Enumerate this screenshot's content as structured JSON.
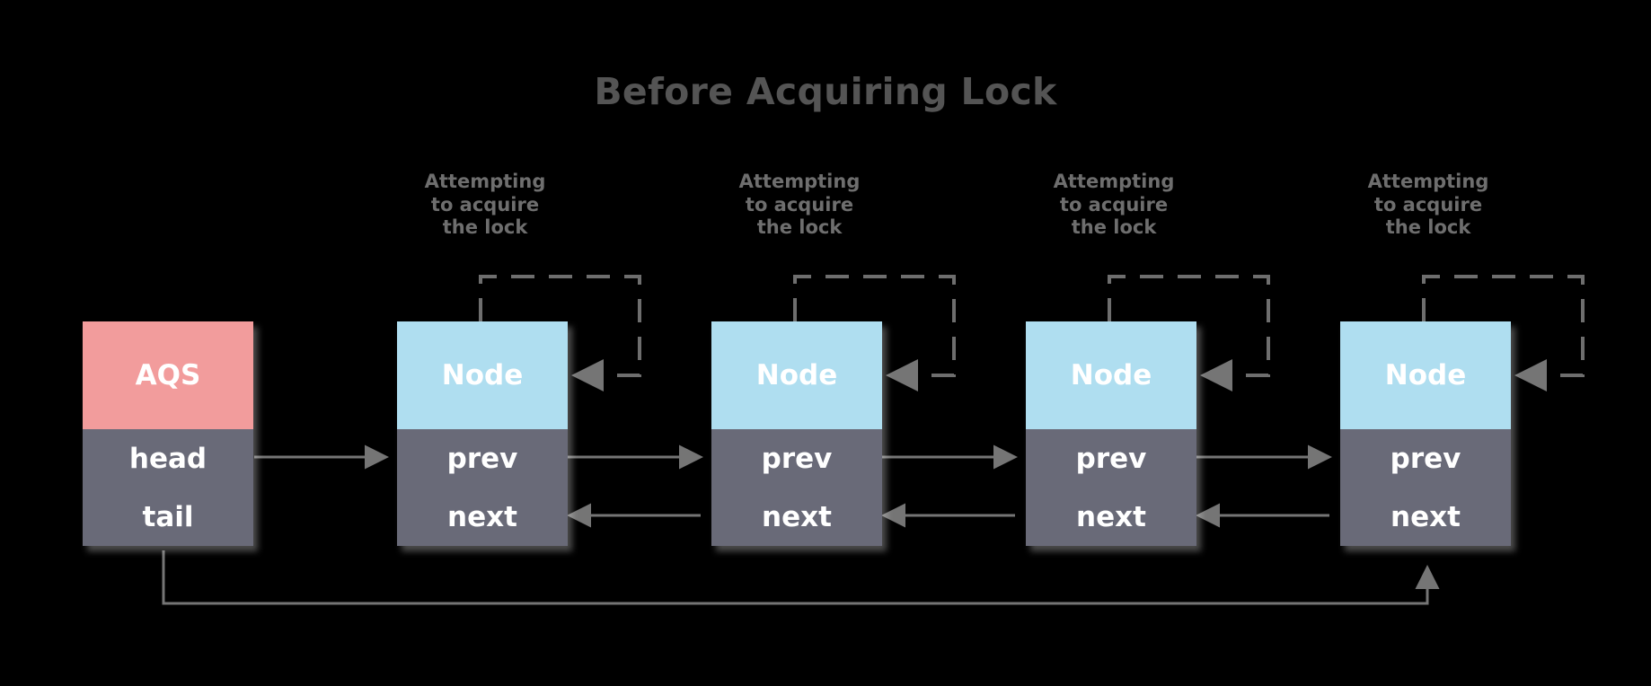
{
  "title": "Before Acquiring Lock",
  "colors": {
    "background": "#000000",
    "aqs_header": "#F29C9C",
    "node_header": "#AFDEF0",
    "field_row": "#696A78",
    "title_text": "#545454",
    "label_text": "#6E6E6E",
    "arrow": "#757575",
    "dashed_loop": "#6E6E6E",
    "box_text": "#FFFFFF"
  },
  "aqs": {
    "header_label": "AQS",
    "fields": [
      {
        "name": "head",
        "label": "head"
      },
      {
        "name": "tail",
        "label": "tail"
      }
    ]
  },
  "nodes": [
    {
      "header_label": "Node",
      "fields": [
        {
          "name": "prev",
          "label": "prev"
        },
        {
          "name": "next",
          "label": "next"
        }
      ],
      "loop_label": "Attempting\nto acquire\nthe lock",
      "loop_label_lines": [
        "Attempting",
        "to acquire",
        "the lock"
      ]
    },
    {
      "header_label": "Node",
      "fields": [
        {
          "name": "prev",
          "label": "prev"
        },
        {
          "name": "next",
          "label": "next"
        }
      ],
      "loop_label": "Attempting\nto acquire\nthe lock",
      "loop_label_lines": [
        "Attempting",
        "to acquire",
        "the lock"
      ]
    },
    {
      "header_label": "Node",
      "fields": [
        {
          "name": "prev",
          "label": "prev"
        },
        {
          "name": "next",
          "label": "next"
        }
      ],
      "loop_label": "Attempting\nto acquire\nthe lock",
      "loop_label_lines": [
        "Attempting",
        "to acquire",
        "the lock"
      ]
    },
    {
      "header_label": "Node",
      "fields": [
        {
          "name": "prev",
          "label": "prev"
        },
        {
          "name": "next",
          "label": "next"
        }
      ],
      "loop_label": "Attempting\nto acquire\nthe lock",
      "loop_label_lines": [
        "Attempting",
        "to acquire",
        "the lock"
      ]
    }
  ]
}
